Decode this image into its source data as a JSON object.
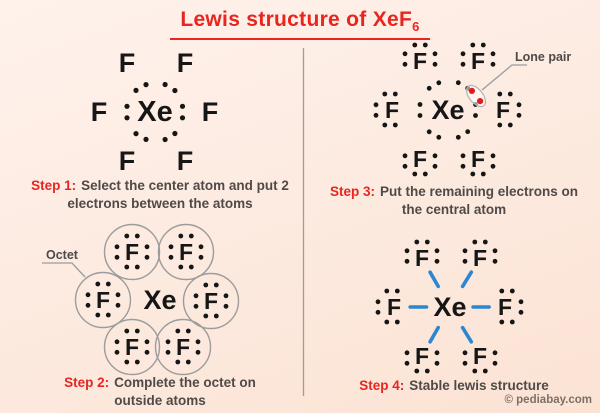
{
  "title": {
    "text": "Lewis structure of XeF",
    "subscript": "6"
  },
  "steps": [
    {
      "label": "Step 1:",
      "line1": "Select the center atom and put 2",
      "line2": "electrons between the atoms"
    },
    {
      "label": "Step 2:",
      "line1": "Complete the octet on",
      "line2": "outside atoms",
      "annotation": "Octet"
    },
    {
      "label": "Step 3:",
      "line1": "Put the remaining electrons on",
      "line2": "the central atom",
      "annotation": "Lone pair"
    },
    {
      "label": "Step 4:",
      "line1": "Stable lewis structure",
      "line2": ""
    }
  ],
  "atoms": {
    "center": "Xe",
    "outer": "F"
  },
  "watermark": "© pediabay.com",
  "colors": {
    "background": "#fdebe1",
    "accent_red": "#e8251f",
    "caption_gray": "#4f4a47",
    "bond_blue": "#2b87d1",
    "lone_pair_red": "#df1f1f",
    "line_gray": "#9c9c9c",
    "dot_black": "#161616"
  }
}
